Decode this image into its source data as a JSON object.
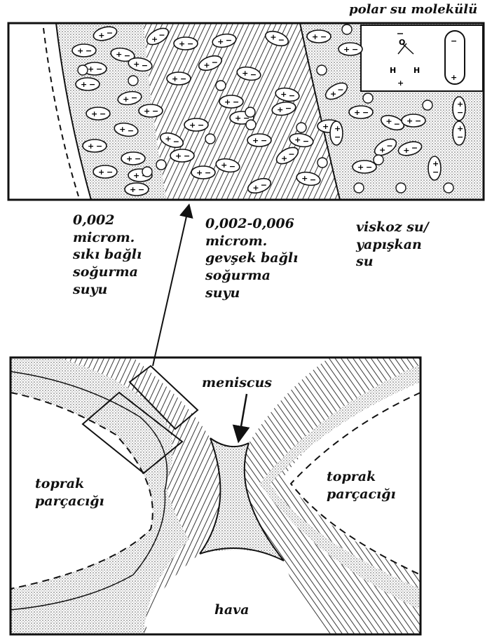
{
  "labels": {
    "polar": "polar su molekülü",
    "tight": [
      "0,002",
      "microm.",
      "sıkı bağlı",
      "soğurma",
      "suyu"
    ],
    "loose": [
      "0,002-0,006",
      "microm.",
      "gevşek bağlı",
      "soğurma",
      "suyu"
    ],
    "viscous": [
      "viskoz su/",
      "yapışkan",
      "su"
    ],
    "meniscus": "meniscus",
    "particle_left": [
      "toprak",
      "parçacığı"
    ],
    "particle_right": [
      "toprak",
      "parçacığı"
    ],
    "air": "hava"
  },
  "molecule": {
    "oxygen": "O",
    "hydrogen_left": "H",
    "hydrogen_right": "H"
  }
}
